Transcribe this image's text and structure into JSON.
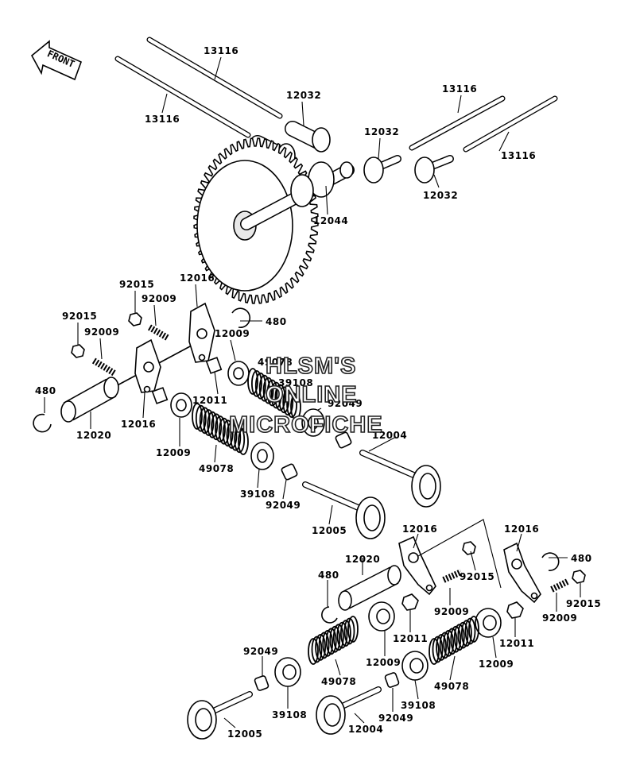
{
  "orientation_badge": {
    "text": "FRONT"
  },
  "watermark": {
    "line1": "HLSM'S",
    "line2": "ONLINE",
    "line3": "MICROFICHE"
  },
  "callouts": [
    {
      "key": "c01",
      "text": "13116"
    },
    {
      "key": "c02",
      "text": "13116"
    },
    {
      "key": "c03",
      "text": "12032"
    },
    {
      "key": "c04",
      "text": "13116"
    },
    {
      "key": "c05",
      "text": "12032"
    },
    {
      "key": "c06",
      "text": "13116"
    },
    {
      "key": "c07",
      "text": "12032"
    },
    {
      "key": "c08",
      "text": "12044"
    },
    {
      "key": "c09",
      "text": "92015"
    },
    {
      "key": "c10",
      "text": "12016"
    },
    {
      "key": "c11",
      "text": "92009"
    },
    {
      "key": "c12",
      "text": "92015"
    },
    {
      "key": "c13",
      "text": "480"
    },
    {
      "key": "c14",
      "text": "92009"
    },
    {
      "key": "c15",
      "text": "12009"
    },
    {
      "key": "c16",
      "text": "49078"
    },
    {
      "key": "c17",
      "text": "39108"
    },
    {
      "key": "c18",
      "text": "480"
    },
    {
      "key": "c19",
      "text": "12011"
    },
    {
      "key": "c20",
      "text": "92049"
    },
    {
      "key": "c21",
      "text": "12016"
    },
    {
      "key": "c22",
      "text": "12004"
    },
    {
      "key": "c23",
      "text": "12020"
    },
    {
      "key": "c24",
      "text": "12009"
    },
    {
      "key": "c25",
      "text": "49078"
    },
    {
      "key": "c26",
      "text": "39108"
    },
    {
      "key": "c27",
      "text": "92049"
    },
    {
      "key": "c28",
      "text": "12005"
    },
    {
      "key": "c29",
      "text": "12016"
    },
    {
      "key": "c30",
      "text": "12016"
    },
    {
      "key": "c31",
      "text": "12020"
    },
    {
      "key": "c32",
      "text": "480"
    },
    {
      "key": "c33",
      "text": "480"
    },
    {
      "key": "c34",
      "text": "92015"
    },
    {
      "key": "c35",
      "text": "92015"
    },
    {
      "key": "c36",
      "text": "92009"
    },
    {
      "key": "c37",
      "text": "92009"
    },
    {
      "key": "c38",
      "text": "12011"
    },
    {
      "key": "c39",
      "text": "12011"
    },
    {
      "key": "c40",
      "text": "92049"
    },
    {
      "key": "c41",
      "text": "12009"
    },
    {
      "key": "c42",
      "text": "12009"
    },
    {
      "key": "c43",
      "text": "49078"
    },
    {
      "key": "c44",
      "text": "49078"
    },
    {
      "key": "c45",
      "text": "39108"
    },
    {
      "key": "c46",
      "text": "39108"
    },
    {
      "key": "c47",
      "text": "92049"
    },
    {
      "key": "c48",
      "text": "12005"
    },
    {
      "key": "c49",
      "text": "12004"
    }
  ]
}
